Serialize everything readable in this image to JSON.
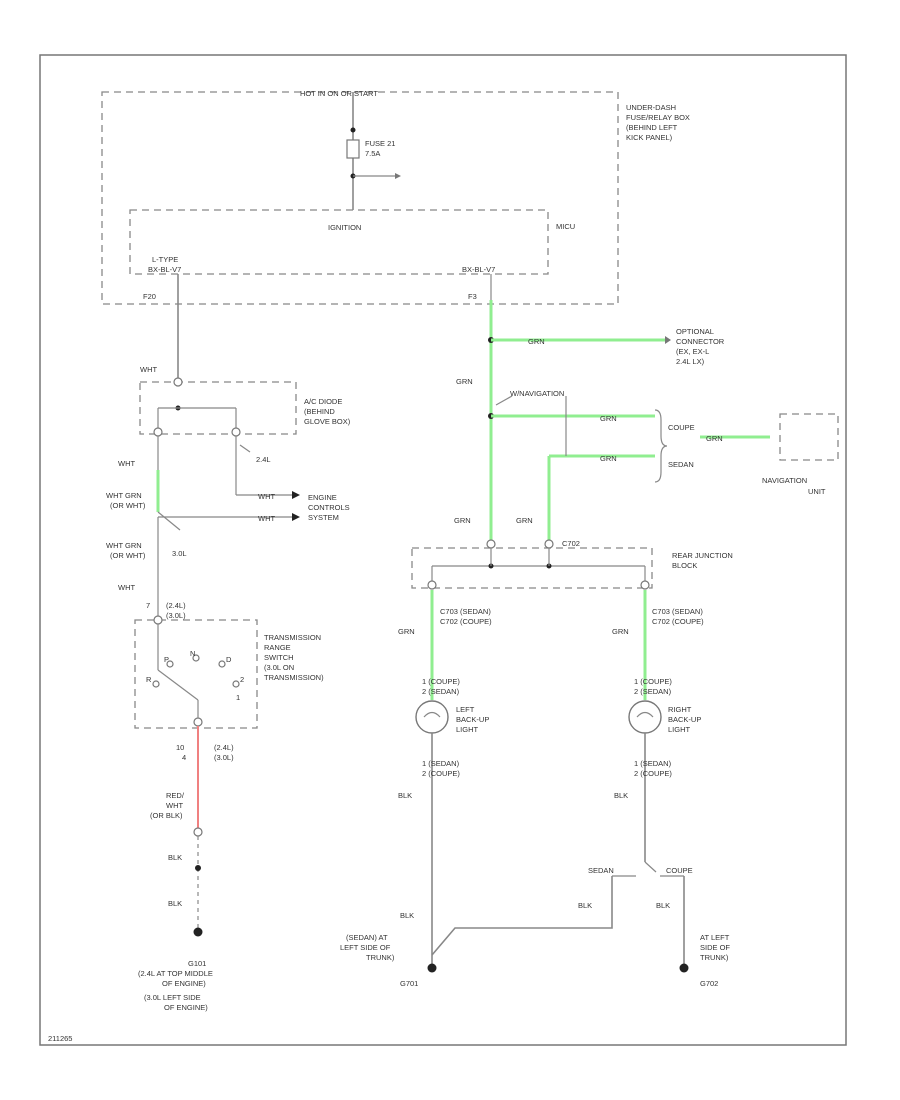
{
  "labels": {
    "hot_start": "HOT IN ON OR START",
    "underdash_box": "UNDER-DASH",
    "underdash_box2": "FUSE/RELAY BOX",
    "underdash_box3": "(BEHIND LEFT",
    "underdash_box4": "KICK PANEL)",
    "fuse": "FUSE 21",
    "fuse_amp": "7.5A",
    "ignition": "IGNITION",
    "mcu": "MICU",
    "left_type": "L-TYPE",
    "left_conn": "BX-BL-V7",
    "right_conn": "BX-BL-V7",
    "left_pin": "F20",
    "right_pin": "F3",
    "grn_opt": "GRN",
    "optional_conn1": "OPTIONAL",
    "optional_conn2": "CONNECTOR",
    "optional_conn3": "(EX, EX-L",
    "optional_conn4": "2.4L LX)",
    "grn_main": "GRN",
    "wnav": "W/NAVIGATION",
    "grn_coupe": "GRN",
    "grn_sedan": "GRN",
    "coupe": "COUPE",
    "sedan": "SEDAN",
    "grn_nav": "GRN",
    "nav_unit1": "NAVIGATION",
    "nav_unit2": "UNIT",
    "wht_top": "WHT",
    "ac_diode1": "A/C DIODE",
    "ac_diode2": "(BEHIND",
    "ac_diode3": "GLOVE BOX)",
    "l24": "2.4L",
    "wht_mid": "WHT",
    "wht_grn1": "WHT GRN",
    "wht_grn1b": "(OR WHT)",
    "wht_eng1": "WHT",
    "wht_eng2": "WHT",
    "engine1": "ENGINE",
    "engine2": "CONTROLS",
    "engine3": "SYSTEM",
    "wht_grn2": "WHT GRN",
    "wht_grn2b": "(OR WHT)",
    "v6l": "3.0L",
    "wht_bot": "WHT",
    "pin7": "7",
    "l24b": "(2.4L)",
    "l30b": "(3.0L)",
    "trans1": "TRANSMISSION",
    "trans2": "RANGE",
    "trans3": "SWITCH",
    "trans4": "(3.0L ON",
    "trans5": "TRANSMISSION)",
    "pin10": "10",
    "pin4": "4",
    "l24c": "(2.4L)",
    "l30c": "(3.0L)",
    "red1": "RED/",
    "red2": "WHT",
    "red3": "(OR BLK)",
    "blk1": "BLK",
    "blk2": "BLK",
    "g101_1": "G101",
    "g101_2": "(2.4L AT TOP MIDDLE",
    "g101_3": "OF ENGINE)",
    "g101_4": "(3.0L LEFT SIDE",
    "g101_5": "OF ENGINE)",
    "grn_c1": "GRN",
    "grn_c2": "GRN",
    "c702": "C702",
    "rear_jb1": "REAR JUNCTION",
    "rear_jb2": "BLOCK",
    "c703a": "C703  (SEDAN)",
    "c703b": "C702  (COUPE)",
    "c703c": "C703  (SEDAN)",
    "c703d": "C702  (COUPE)",
    "grn_l": "GRN",
    "grn_r": "GRN",
    "lb_pin1": "1  (COUPE)",
    "lb_pin2": "2  (SEDAN)",
    "rb_pin1": "1  (COUPE)",
    "rb_pin2": "2  (SEDAN)",
    "left_bu1": "LEFT",
    "left_bu2": "BACK-UP",
    "left_bu3": "LIGHT",
    "right_bu1": "RIGHT",
    "right_bu2": "BACK-UP",
    "right_bu3": "LIGHT",
    "lb_pin3": "1  (SEDAN)",
    "lb_pin4": "2  (COUPE)",
    "rb_pin3": "1  (SEDAN)",
    "rb_pin4": "2  (COUPE)",
    "blk_l": "BLK",
    "blk_r": "BLK",
    "sedan_sw": "SEDAN",
    "coupe_sw": "COUPE",
    "blk_ll": "BLK",
    "blk_mid": "BLK",
    "blk_rr": "BLK",
    "g701_1": "(SEDAN) AT",
    "g701_2": "LEFT SIDE OF",
    "g701_3": "TRUNK)",
    "g701_4": "G701",
    "g702_1": "AT LEFT",
    "g702_2": "SIDE OF",
    "g702_3": "TRUNK)",
    "g702_4": "G702",
    "fig_code": "211265",
    "sw_p": "P",
    "sw_r": "R",
    "sw_n": "N",
    "sw_d": "D",
    "sw_2": "2",
    "sw_1": "1"
  },
  "colors": {
    "green_wire": "#90ee90",
    "red_wire": "#f08080",
    "wire": "#888888"
  }
}
